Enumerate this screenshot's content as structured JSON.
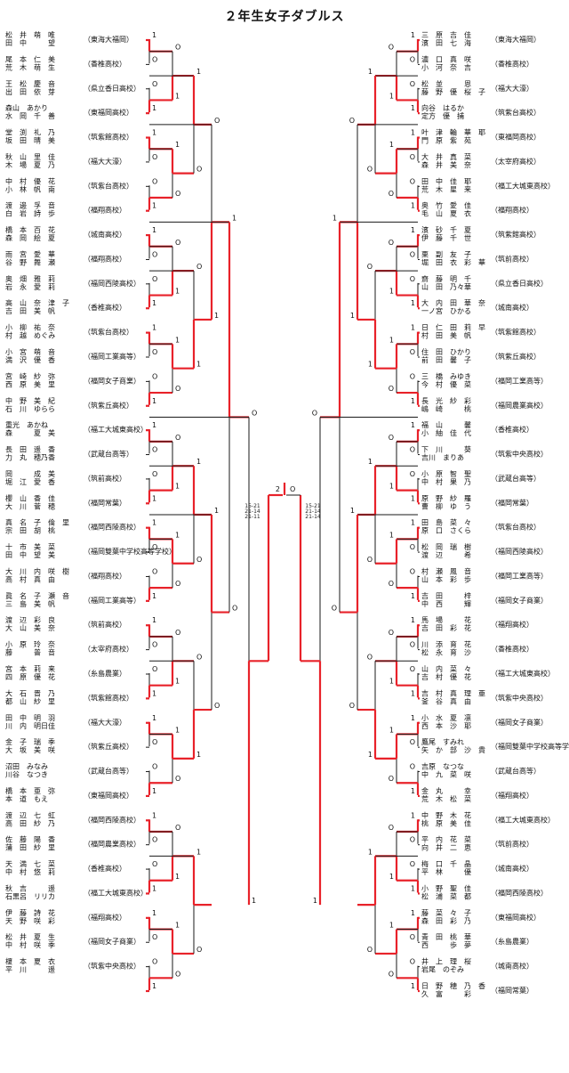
{
  "title": "２年生女子ダブルス",
  "colors": {
    "winner": "#e8222a",
    "line": "#1a1a1a",
    "text": "#111111"
  },
  "left": [
    {
      "p1": "松　井　萌　唯",
      "p2": "田　中　　　望",
      "school": "（東海大福岡）"
    },
    {
      "p1": "尾　本　仁　美",
      "p2": "荒　木　萌　生",
      "school": "（香椎高校）"
    },
    {
      "p1": "王　松　慶　音",
      "p2": "出　田　依　芽",
      "school": "（県立香日高校）"
    },
    {
      "p1": "森山　あかり",
      "p2": "水　岡　千　善",
      "school": "（東福岡高校）"
    },
    {
      "p1": "堂　渕　礼　乃",
      "p2": "坂　田　晴　美",
      "school": "（筑紫館高校）"
    },
    {
      "p1": "秋　山　里　佳",
      "p2": "木　場　夏　乃",
      "school": "（福大大濠）"
    },
    {
      "p1": "中　村　優　花",
      "p2": "小　林　帆　南",
      "school": "（筑紫台高校）"
    },
    {
      "p1": "渡　邊　孚　音",
      "p2": "白　岩　詩　歩",
      "school": "（福翔高校）"
    },
    {
      "p1": "橋　本　百　花",
      "p2": "森　岡　絵　夏",
      "school": "（城南高校）"
    },
    {
      "p1": "雨　宮　愛　華",
      "p2": "谷　野　舞　瀬",
      "school": "（福翔高校）"
    },
    {
      "p1": "奥　畑　雅　莉",
      "p2": "岩　永　愛　莉",
      "school": "（福岡西陵高校）"
    },
    {
      "p1": "高　山　奈　津　子",
      "p2": "吉　田　美　帆",
      "school": "（香椎高校）"
    },
    {
      "p1": "小　柳　祐　奈",
      "p2": "村　越　めぐみ",
      "school": "（筑紫台高校）"
    },
    {
      "p1": "小　宮　萌　音",
      "p2": "満　沢　優　香",
      "school": "（福岡工業高等）"
    },
    {
      "p1": "宮　崎　紗　弥",
      "p2": "西　原　美　里",
      "school": "（福岡女子商業）"
    },
    {
      "p1": "中　野　美　紀",
      "p2": "石　川　ゆらら",
      "school": "（筑紫丘高校）"
    },
    {
      "p1": "重光　あかね",
      "p2": "森　　　夏　美",
      "school": "（福工大城東高校）"
    },
    {
      "p1": "長　田　遥　香",
      "p2": "力　丸　穂乃香",
      "school": "（武蔵台高等）"
    },
    {
      "p1": "岡　　　成　美",
      "p2": "堀　江　愛　香",
      "school": "（筑前高校）"
    },
    {
      "p1": "櫻　山　香　佳",
      "p2": "大　川　菅　穂",
      "school": "（福岡常葉）"
    },
    {
      "p1": "真　名　子　倫　里",
      "p2": "宗　田　胡　桃",
      "school": "（福岡西陵高校）"
    },
    {
      "p1": "十　市　美　菜",
      "p2": "田　中　望　美",
      "school": "（福岡雙葉中学校高等学校）"
    },
    {
      "p1": "大　川　内　咲　樹",
      "p2": "高　村　真　由",
      "school": "（福翔高校）"
    },
    {
      "p1": "眞　名　子　瀬　音",
      "p2": "三　島　美　帆",
      "school": "（福岡工業高等）"
    },
    {
      "p1": "渡　辺　彩　良",
      "p2": "大　山　美　奈",
      "school": "（筑前高校）"
    },
    {
      "p1": "小　原　玲　奈",
      "p2": "藤　　　普　音",
      "school": "（太宰府高校）"
    },
    {
      "p1": "宮　本　莉　来",
      "p2": "四　原　優　花",
      "school": "（糸島農業）"
    },
    {
      "p1": "大　石　晋　乃",
      "p2": "都　山　紗　里",
      "school": "（筑紫館高校）"
    },
    {
      "p1": "田　中　明　羽",
      "p2": "川　内　明日佳",
      "school": "（福大大濠）"
    },
    {
      "p1": "金　子　瑞　季",
      "p2": "大　坂　美　咲",
      "school": "（筑紫丘高校）"
    },
    {
      "p1": "沼田　みなみ",
      "p2": "川谷　なつき",
      "school": "（武蔵台高等）"
    },
    {
      "p1": "橋　本　亜　弥",
      "p2": "本　道　もえ",
      "school": "（東福岡高校）"
    },
    {
      "p1": "渡　辺　七　虹",
      "p2": "高　田　紗　乃",
      "school": "（福岡西陵高校）"
    },
    {
      "p1": "佐　藤　陽　香",
      "p2": "蒲　田　紗　里",
      "school": "（福岡農業高校）"
    },
    {
      "p1": "天　満　七　菜",
      "p2": "中　村　悠　莉",
      "school": "（香椎高校）"
    },
    {
      "p1": "秋　吉　　　遥",
      "p2": "石黒呂　リリカ",
      "school": "（福工大城東高校）"
    },
    {
      "p1": "伊　藤　詩　花",
      "p2": "天　野　咲　彩",
      "school": "（福翔高校）"
    },
    {
      "p1": "松　井　夏　生",
      "p2": "中　村　咲　季",
      "school": "（福岡女子商業）"
    },
    {
      "p1": "榎　本　夏　衣",
      "p2": "平　川　　　遥",
      "school": "（筑紫中央高校）"
    }
  ],
  "right": [
    {
      "p1": "三　原　吉　佳",
      "p2": "濱　田　七　海",
      "school": "（東海大福岡）"
    },
    {
      "p1": "濃　口　真　咲",
      "p2": "小　河　奈　吉",
      "school": "（香椎高校）"
    },
    {
      "p1": "松　並　　　恩",
      "p2": "藤　野　優　桜　子",
      "school": "（福大大濠）"
    },
    {
      "p1": "向谷　はるか",
      "p2": "定方　優　捕",
      "school": "（筑紫台高校）"
    },
    {
      "p1": "叶　津　輪　華　耶",
      "p2": "門　原　紫　苑",
      "school": "（東福岡高校）"
    },
    {
      "p1": "大　井　真　菜",
      "p2": "森　井　美　奈",
      "school": "（太宰府高校）"
    },
    {
      "p1": "田　中　佳　耶",
      "p2": "荒　木　星　来",
      "school": "（福工大城東高校）"
    },
    {
      "p1": "奥　竹　愛　佳",
      "p2": "毛　山　夏　衣",
      "school": "（福翔高校）"
    },
    {
      "p1": "濱　砂　千　夏",
      "p2": "伊　藤　千　世",
      "school": "（筑紫館高校）"
    },
    {
      "p1": "栗　副　友　子",
      "p2": "堀　田　衣　彩　華",
      "school": "（筑前高校）"
    },
    {
      "p1": "齋　藤　明　千",
      "p2": "山　田　乃々華",
      "school": "（県立香日高校）"
    },
    {
      "p1": "大　内　田　華　奈",
      "p2": "一ノ宮　ひかる",
      "school": "（城南高校）"
    },
    {
      "p1": "日　仁　田　莉　早",
      "p2": "村　田　美　帆",
      "school": "（筑紫館高校）"
    },
    {
      "p1": "住　田　ひかり",
      "p2": "前　田　馨　子",
      "school": "（筑紫丘高校）"
    },
    {
      "p1": "三　橋　みゆき",
      "p2": "今　村　優　菜",
      "school": "（福岡工業高等）"
    },
    {
      "p1": "長　光　紗　彩",
      "p2": "嶋　崎　　　桃",
      "school": "（福岡農業高校）"
    },
    {
      "p1": "福　山　　　馨",
      "p2": "小　紬　佳　代",
      "school": "（香椎高校）"
    },
    {
      "p1": "下　川　　　葵",
      "p2": "吉川　まりあ",
      "school": "（筑紫中央高校）"
    },
    {
      "p1": "小　原　智　聖",
      "p2": "中　村　果　乃",
      "school": "（武蔵台高等）"
    },
    {
      "p1": "原　野　紗　羅",
      "p2": "曹　柳　ゆ　う",
      "school": "（福岡常葉）"
    },
    {
      "p1": "田　島　菜　々",
      "p2": "原　口　さくら",
      "school": "（筑紫台高校）"
    },
    {
      "p1": "松　岡　瑞　樹",
      "p2": "渡　辺　　　希",
      "school": "（福岡西陵高校）"
    },
    {
      "p1": "村　瀬　風　音",
      "p2": "山　本　彩　歩",
      "school": "（福岡工業高等）"
    },
    {
      "p1": "吉　田　　　梓",
      "p2": "中　西　　　輝",
      "school": "（福岡女子商業）"
    },
    {
      "p1": "馬　場　　　花",
      "p2": "吉　田　彩　花",
      "school": "（福翔高校）"
    },
    {
      "p1": "川　添　育　花",
      "p2": "松　永　育　沙",
      "school": "（香椎高校）"
    },
    {
      "p1": "山　内　菜　々",
      "p2": "吉　村　優　花",
      "school": "（福工大城東高校）"
    },
    {
      "p1": "吉　村　真　理　亜",
      "p2": "釜　谷　真　由",
      "school": "（筑紫中央高校）"
    },
    {
      "p1": "小　水　夏　凛",
      "p2": "西　本　沙　耶",
      "school": "（福岡女子商業）"
    },
    {
      "p1": "鷹尾　すみれ",
      "p2": "矢　か　部　沙　貴",
      "school": "（福岡雙葉中学校高等学校）"
    },
    {
      "p1": "吉原　なつな",
      "p2": "中　九　菜　咲",
      "school": "（武蔵台高等）"
    },
    {
      "p1": "金　丸　　　幸",
      "p2": "荒　木　松　菜",
      "school": "（福翔高校）"
    },
    {
      "p1": "中　野　木　花",
      "p2": "桃　原　美　佳",
      "school": "（福工大城東高校）"
    },
    {
      "p1": "平　内　花　菜",
      "p2": "向　井　二　恵",
      "school": "（筑前高校）"
    },
    {
      "p1": "梅　口　千　晶",
      "p2": "平　林　　　優",
      "school": "（城南高校）"
    },
    {
      "p1": "小　野　聖　佳",
      "p2": "松　浦　菜　都",
      "school": "（福岡西陵高校）"
    },
    {
      "p1": "藤　菜　々　子",
      "p2": "森　田　彩　乃",
      "school": "（東福岡高校）"
    },
    {
      "p1": "青　田　桃　華",
      "p2": "西　　　歩　夢",
      "school": "（糸島農業）"
    },
    {
      "p1": "井　上　理　桜",
      "p2": "岩尾　のぞみ",
      "school": "（城南高校）"
    },
    {
      "p1": "日　野　穂　乃　香",
      "p2": "久　富　　　彩",
      "school": "（福岡常葉）"
    }
  ],
  "final_left_result": "15-21\n21-14\n21-11",
  "final_right_result": "15-21\n21-14\n21-14"
}
